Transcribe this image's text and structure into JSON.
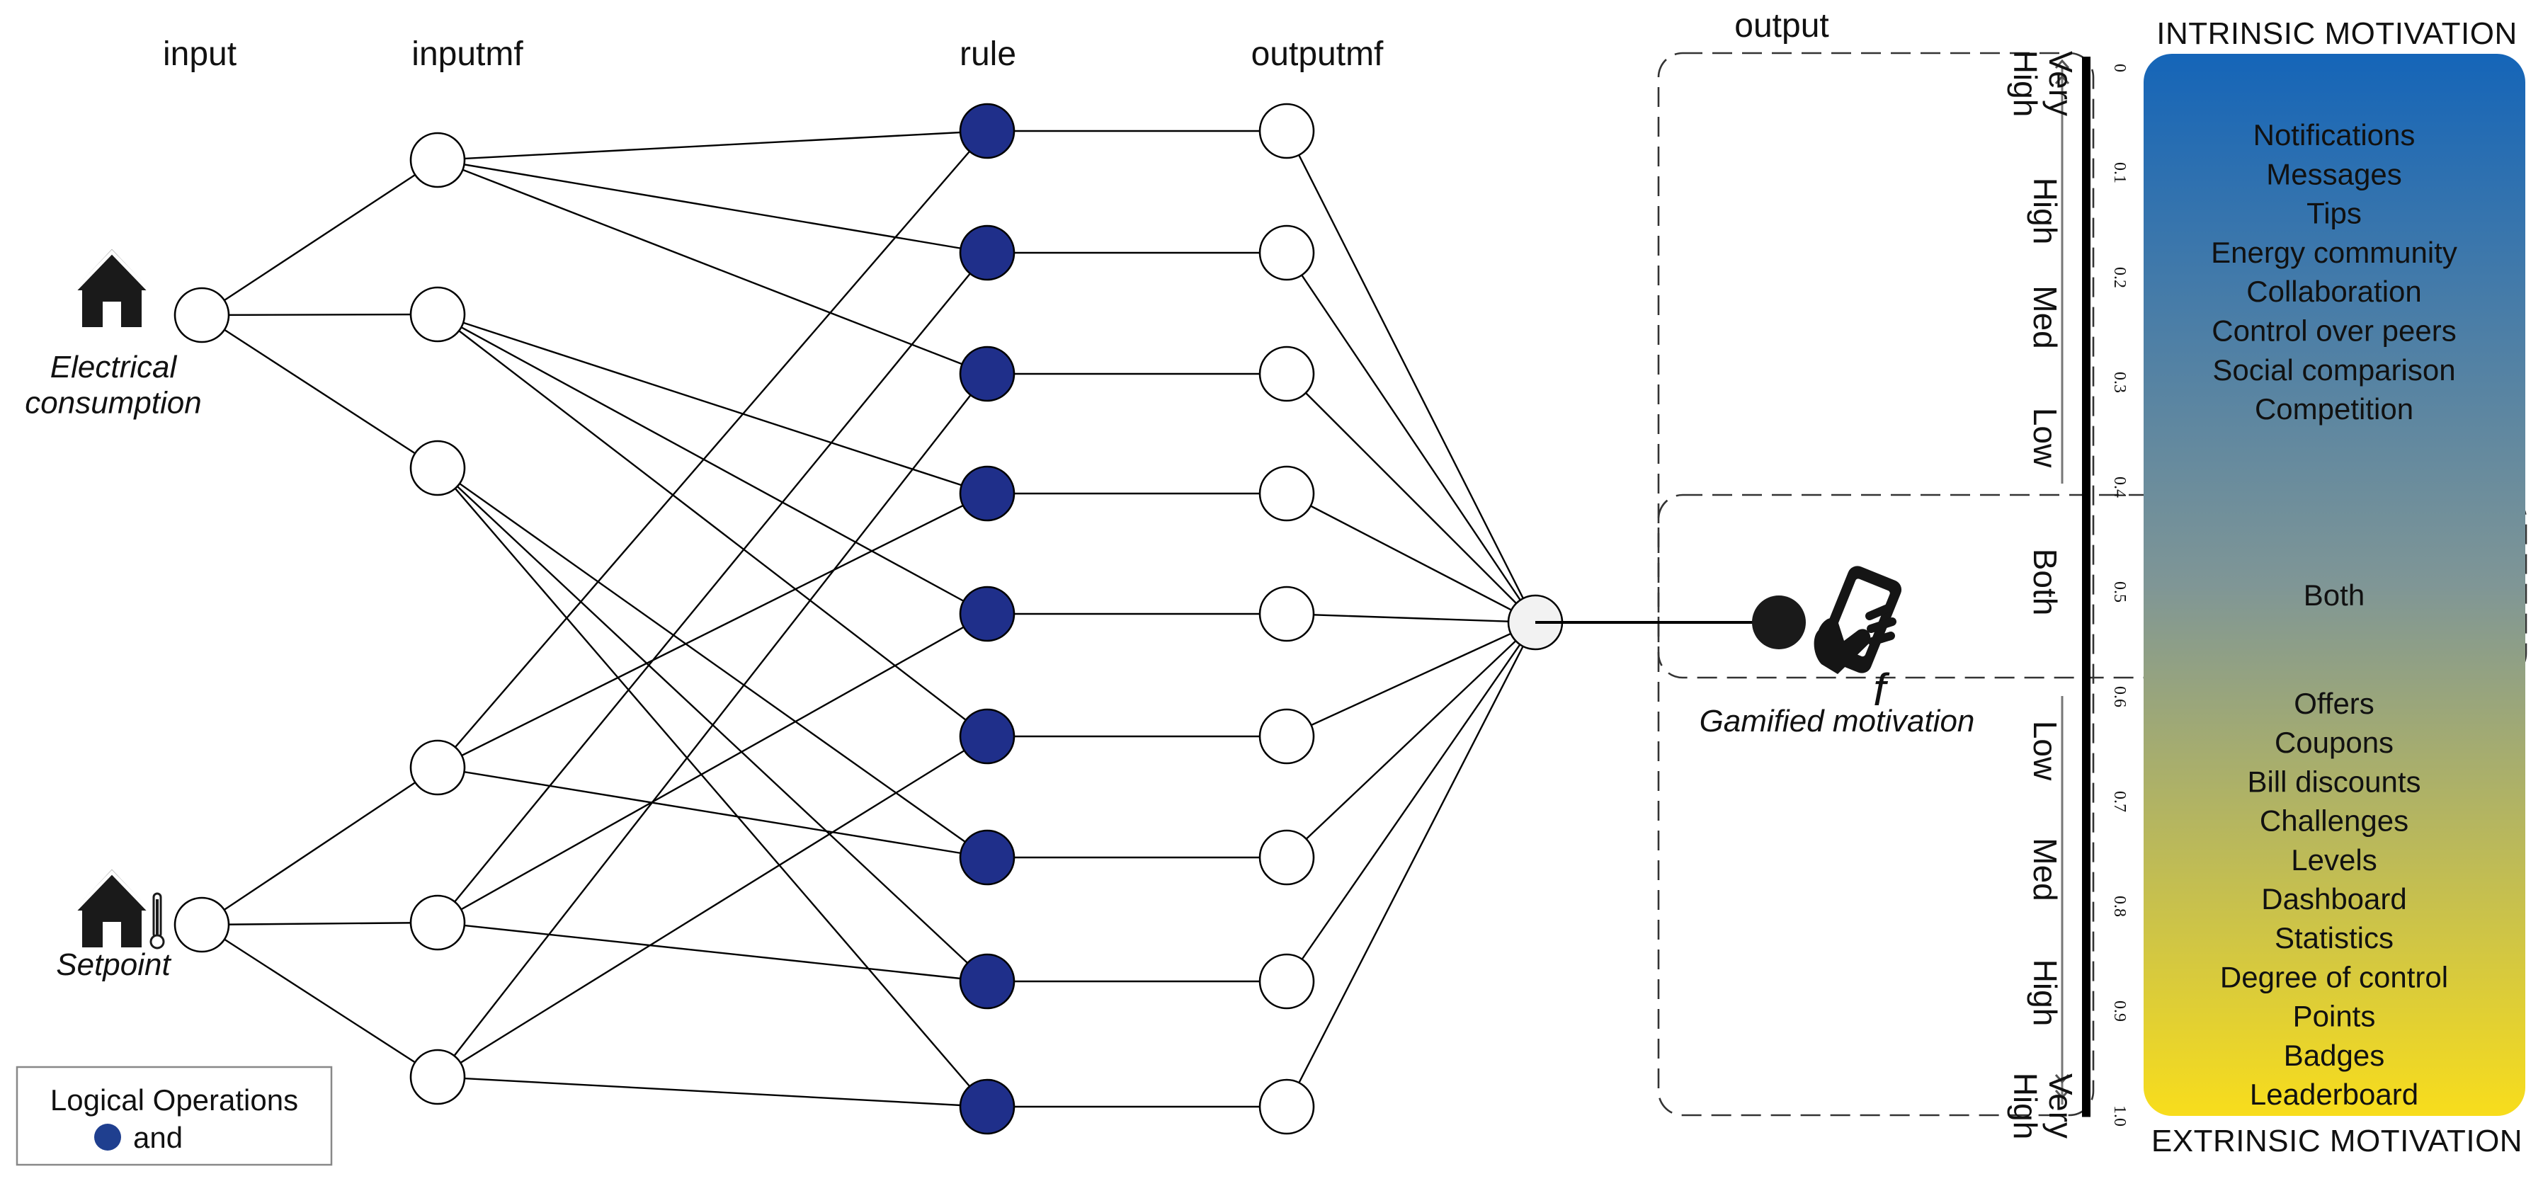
{
  "columns": {
    "input": "input",
    "inputmf": "inputmf",
    "rule": "rule",
    "outputmf": "outputmf",
    "output": "output"
  },
  "inputs": {
    "electrical": "Electrical\nconsumption",
    "setpoint": "Setpoint"
  },
  "output_caption": "Gamified motivation",
  "output_symbol": "f",
  "scale": {
    "top_label": "INTRINSIC MOTIVATION",
    "bottom_label": "EXTRINSIC MOTIVATION",
    "ticks": [
      "0",
      "0.1",
      "0.2",
      "0.3",
      "0.4",
      "0.5",
      "0.6",
      "0.7",
      "0.8",
      "0.9",
      "1.0"
    ],
    "levels": [
      "Very\nHigh",
      "High",
      "Med",
      "Low",
      "Both",
      "Low",
      "Med",
      "High",
      "Very\nHigh"
    ]
  },
  "motivation": {
    "intrinsic": [
      "Notifications",
      "Messages",
      "Tips",
      "Energy community",
      "Collaboration",
      "Control over peers",
      "Social comparison",
      "Competition"
    ],
    "both": "Both",
    "extrinsic": [
      "Offers",
      "Coupons",
      "Bill discounts",
      "Challenges",
      "Levels",
      "Dashboard",
      "Statistics",
      "Degree of control",
      "Points",
      "Badges",
      "Leaderboard"
    ],
    "gradient_colors": [
      "#1565b8",
      "#7f9696",
      "#f8dd1c"
    ]
  },
  "legend": {
    "title": "Logical Operations",
    "item": "and",
    "color": "#1f3f8f"
  },
  "colors": {
    "rule_fill": "#1f2f8a",
    "output_node": "#f2f2f2",
    "terminal_dot": "#1a1a1a"
  },
  "icons": [
    "house-icon",
    "house-thermometer-icon",
    "smartphone-hand-icon"
  ]
}
